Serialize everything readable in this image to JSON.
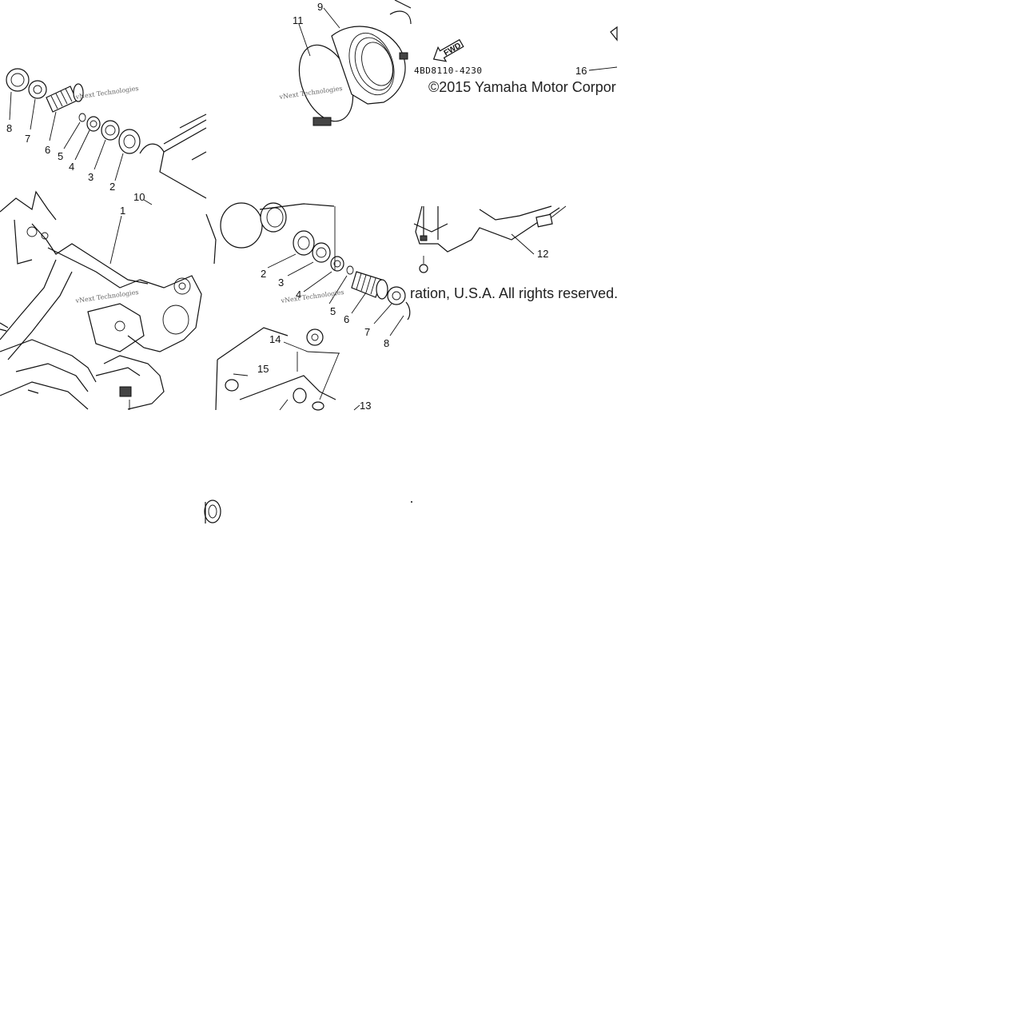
{
  "diagram": {
    "copyright_top": "©2015 Yamaha Motor Corpor",
    "copyright_bottom": "ration, U.S.A. All rights reserved.",
    "part_code": "4BD8110-4230",
    "direction_arrow": "FWD",
    "watermark": "vNext Technologies",
    "callouts_left": [
      "8",
      "7",
      "6",
      "5",
      "4",
      "3",
      "2",
      "10",
      "1"
    ],
    "callouts_top": [
      "11",
      "9",
      "16"
    ],
    "callouts_center": [
      "2",
      "3",
      "4",
      "5",
      "6",
      "7",
      "8",
      "14",
      "15",
      "13",
      "12"
    ]
  }
}
